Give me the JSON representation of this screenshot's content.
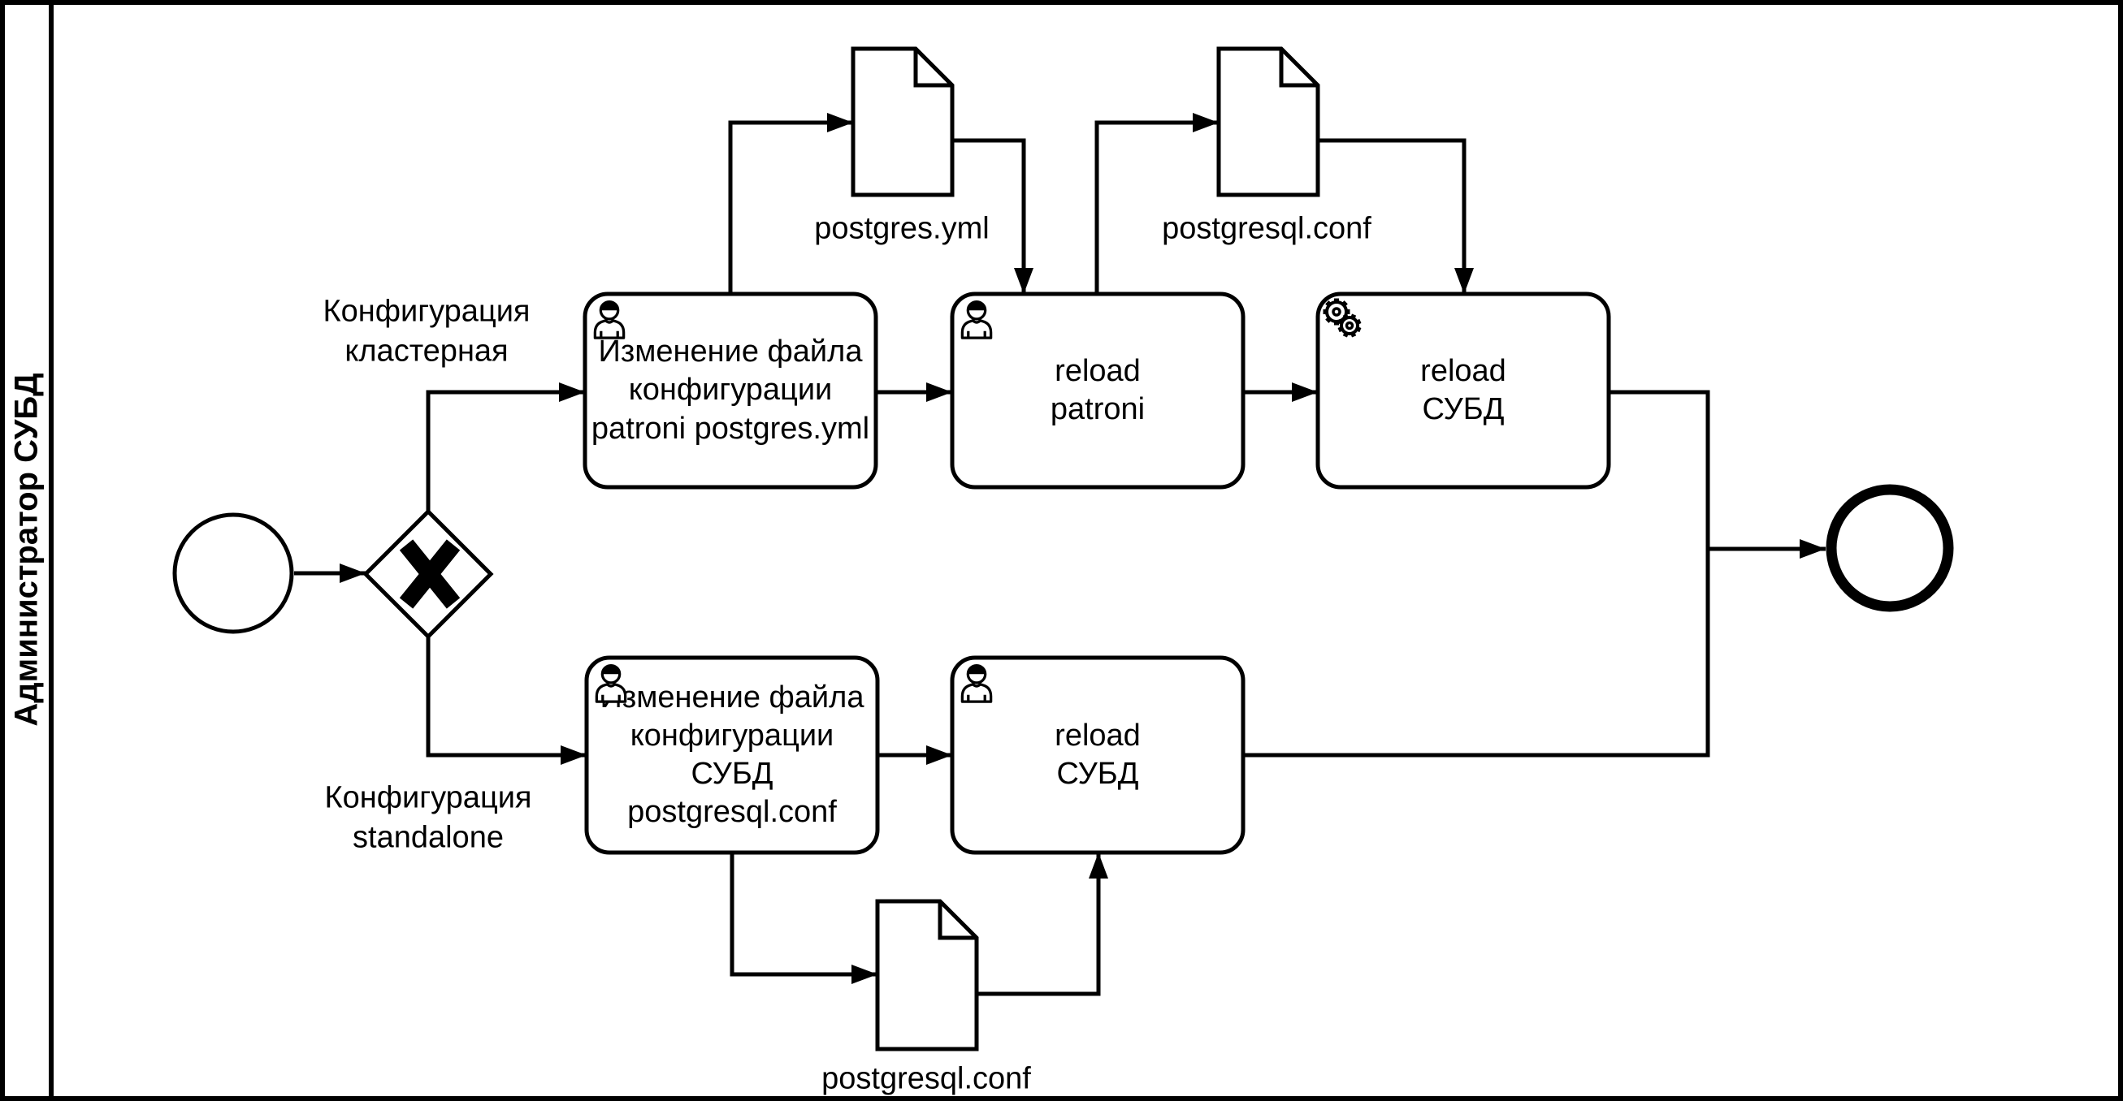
{
  "colors": {
    "stroke": "#000000",
    "background": "#ffffff"
  },
  "lane": {
    "title": "Администратор СУБД"
  },
  "gateway": {
    "type": "exclusive-xor",
    "branch_labels": {
      "cluster": "Конфигурация\nкластерная",
      "standalone": "Конфигурация\nstandalone"
    }
  },
  "tasks": {
    "edit_patroni": {
      "label": "Изменение файла\nконфигурации\npatroni postgres.yml",
      "icon": "user-icon"
    },
    "reload_patroni": {
      "label": "reload\npatroni",
      "icon": "user-icon"
    },
    "reload_dbms_cluster": {
      "label": "reload\nСУБД",
      "icon": "service-gear-icon"
    },
    "edit_dbms_conf": {
      "label": "Изменение файла\nконфигурации\nСУБД postgresql.conf",
      "icon": "user-icon"
    },
    "reload_dbms_standalone": {
      "label": "reload\nСУБД",
      "icon": "user-icon"
    }
  },
  "documents": {
    "postgres_yml": {
      "label": "postgres.yml"
    },
    "postgresql_conf_top": {
      "label": "postgresql.conf"
    },
    "postgresql_conf_bottom": {
      "label": "postgresql.conf"
    }
  },
  "events": {
    "start": {
      "type": "start-event"
    },
    "end": {
      "type": "end-event"
    }
  }
}
